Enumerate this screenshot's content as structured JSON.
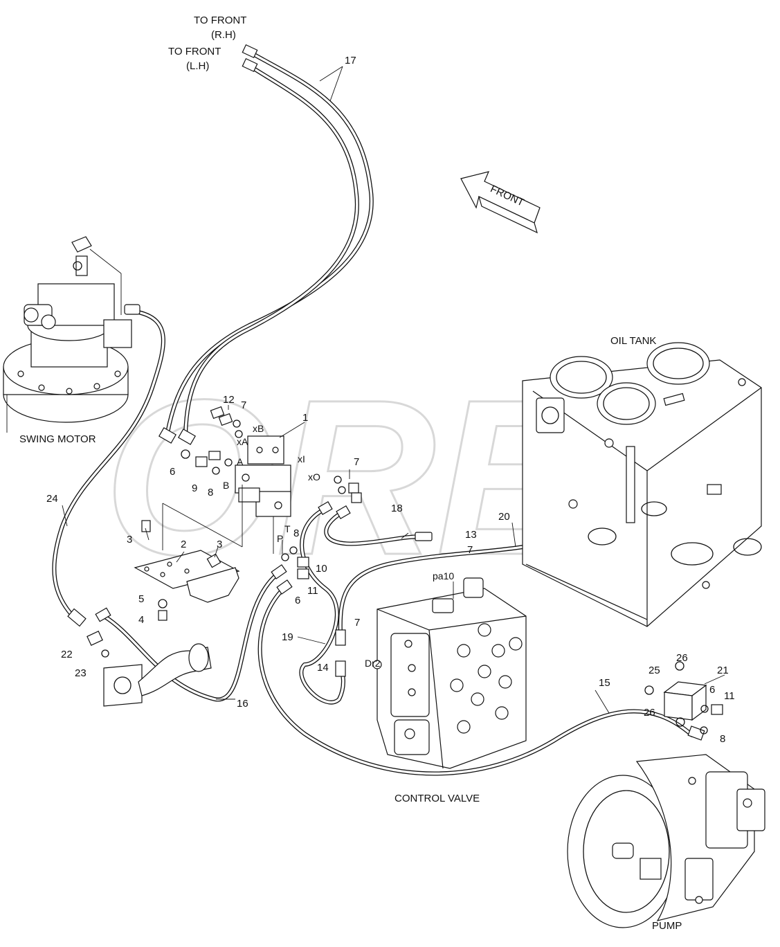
{
  "watermark": "OREX",
  "direction_arrow": {
    "label": "FRONT"
  },
  "components": {
    "to_front_rh": [
      "TO FRONT",
      "(R.H)"
    ],
    "to_front_lh": [
      "TO FRONT",
      "(L.H)"
    ],
    "swing_motor": "SWING MOTOR",
    "oil_tank": "OIL TANK",
    "control_valve": "CONTROL VALVE",
    "pump": "PUMP"
  },
  "port_labels": {
    "xB": "xB",
    "xA": "xA",
    "A": "A",
    "B": "B",
    "xI": "xI",
    "xO": "xO",
    "P": "P",
    "T": "T",
    "pa10": "pa10",
    "Dr2": "Dr2"
  },
  "callouts": {
    "n1": "1",
    "n2": "2",
    "n3a": "3",
    "n3b": "3",
    "n4": "4",
    "n5": "5",
    "n6a": "6",
    "n6b": "6",
    "n6c": "6",
    "n7a": "7",
    "n7b": "7",
    "n7c": "7",
    "n7d": "7",
    "n8a": "8",
    "n8b": "8",
    "n8c": "8",
    "n9": "9",
    "n10": "10",
    "n11a": "11",
    "n11b": "11",
    "n12": "12",
    "n13": "13",
    "n14": "14",
    "n15": "15",
    "n16": "16",
    "n17": "17",
    "n18": "18",
    "n19": "19",
    "n20": "20",
    "n21": "21",
    "n22": "22",
    "n23": "23",
    "n24": "24",
    "n25": "25",
    "n26a": "26",
    "n26b": "26"
  }
}
